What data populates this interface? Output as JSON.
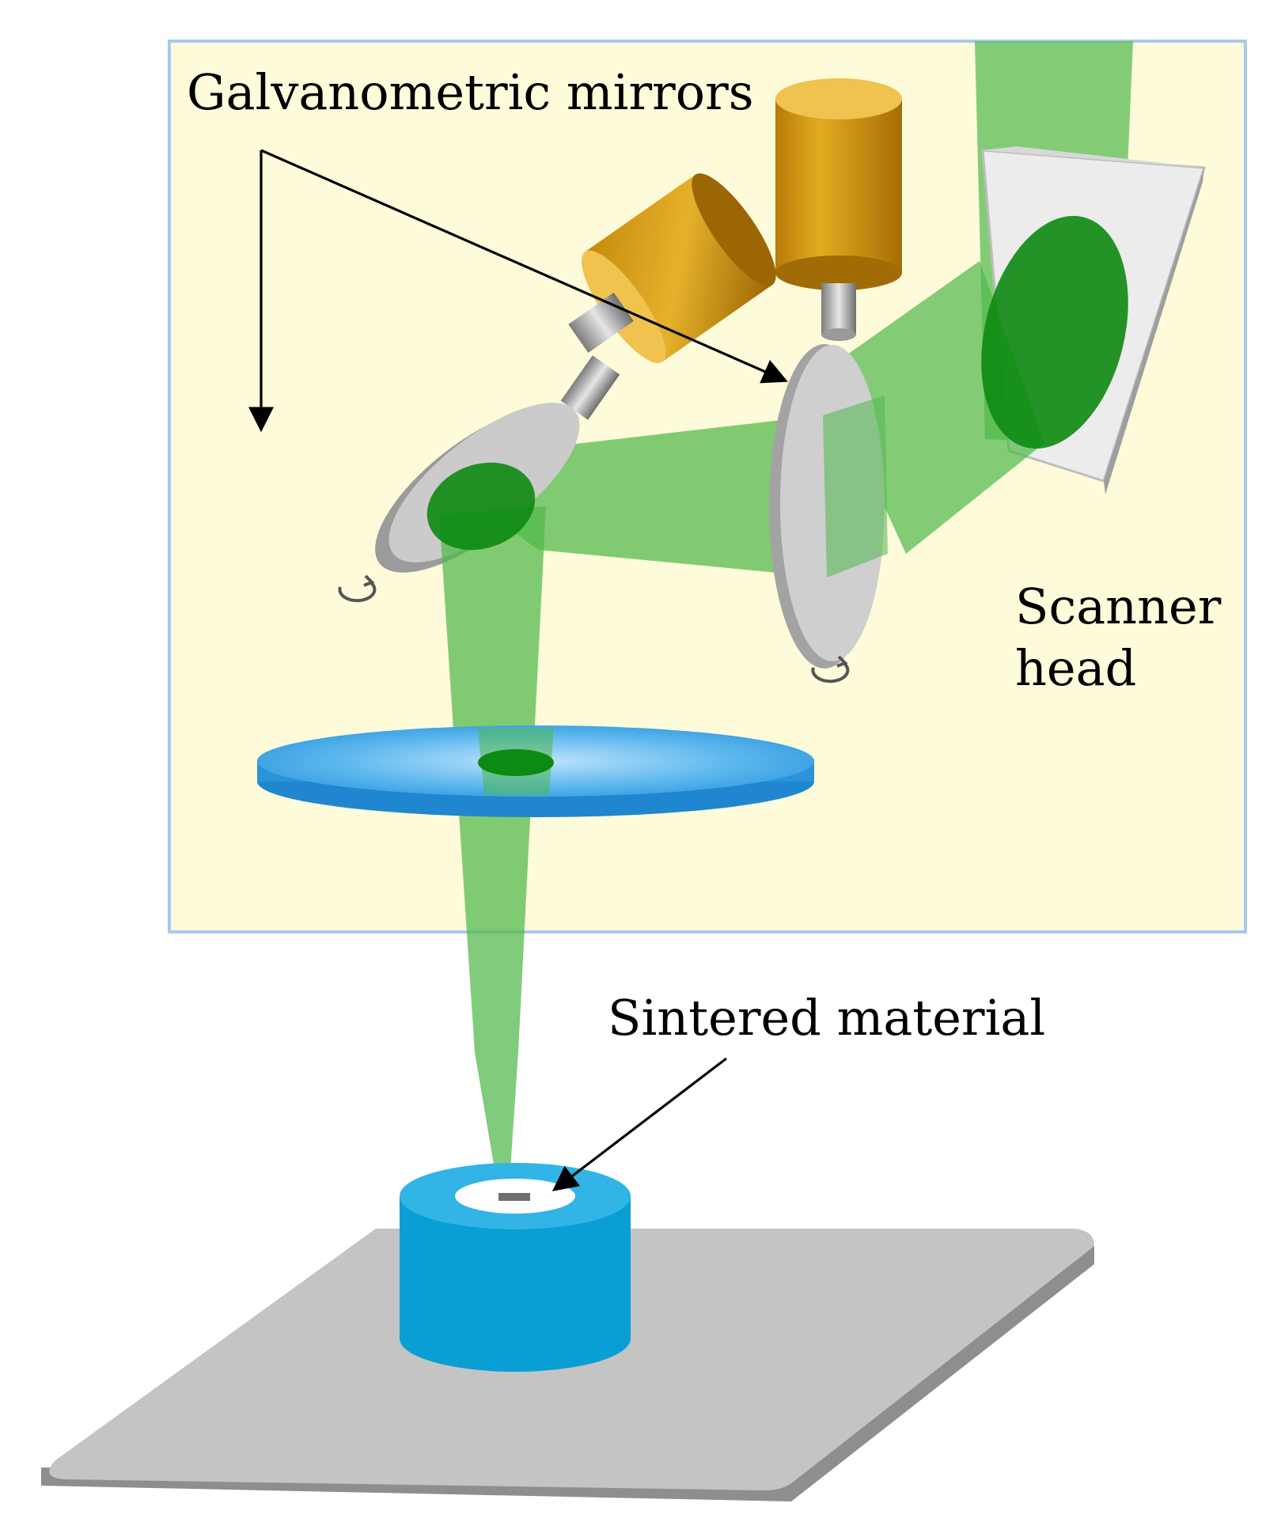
{
  "labels": {
    "galvanometric_mirrors": "Galvanometric mirrors",
    "scanner_head_line1": "Scanner",
    "scanner_head_line2": "head",
    "sintered_material": "Sintered material"
  },
  "colors": {
    "scanner_box_fill": "#fdfbd9",
    "scanner_box_border": "#a9c9ee",
    "laser_beam": "#4fb84a",
    "laser_spot": "#0d8a12",
    "mirror_gray": "#c8c8c8",
    "motor_gold": "#d49a12",
    "lens_blue": "#3ea6e6",
    "powder_bed_blue": "#0aa0d6",
    "platform_gray": "#c2c2c2",
    "arrow": "#000000"
  },
  "icons": [
    "galvo-motor-icon",
    "mirror-icon",
    "rotation-arrow-icon",
    "f-theta-lens-icon",
    "powder-bed-icon",
    "build-platform-icon"
  ]
}
